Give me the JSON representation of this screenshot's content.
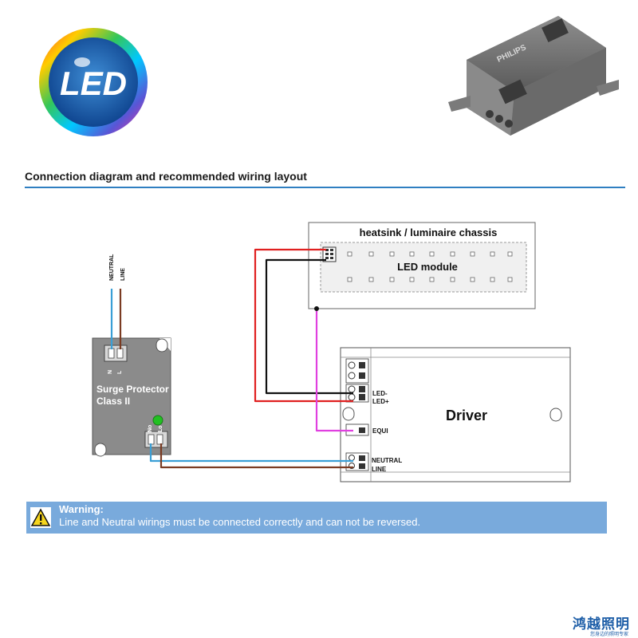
{
  "logo": {
    "text": "LED"
  },
  "product": {
    "brand": "PHILIPS"
  },
  "section_title": "Connection diagram and recommended wiring layout",
  "diagram": {
    "heatsink_label": "heatsink / luminaire chassis",
    "led_module_label": "LED module",
    "neutral_label": "NEUTRAL",
    "line_label": "LINE",
    "surge_protector": {
      "line1": "Surge Protector",
      "line2": "Class II",
      "n_label": "N",
      "l_label": "L",
      "out_n": "No",
      "out_l": "Lo"
    },
    "driver": {
      "label": "Driver",
      "led_minus": "LED-",
      "led_plus": "LED+",
      "equi": "EQUI",
      "neutral": "NEUTRAL",
      "line": "LINE"
    },
    "colors": {
      "neutral": "#3a9fd6",
      "line": "#7a3b22",
      "led_plus": "#e02020",
      "led_minus": "#111111",
      "equi": "#e040e0",
      "surge_body": "#8a8a8a",
      "indicator": "#22c022"
    }
  },
  "warning": {
    "title": "Warning:",
    "text": "Line and Neutral wirings must be connected correctly and can not be reversed."
  },
  "footer": {
    "brand": "鸿越照明",
    "sub": "您身边的照明专家"
  }
}
